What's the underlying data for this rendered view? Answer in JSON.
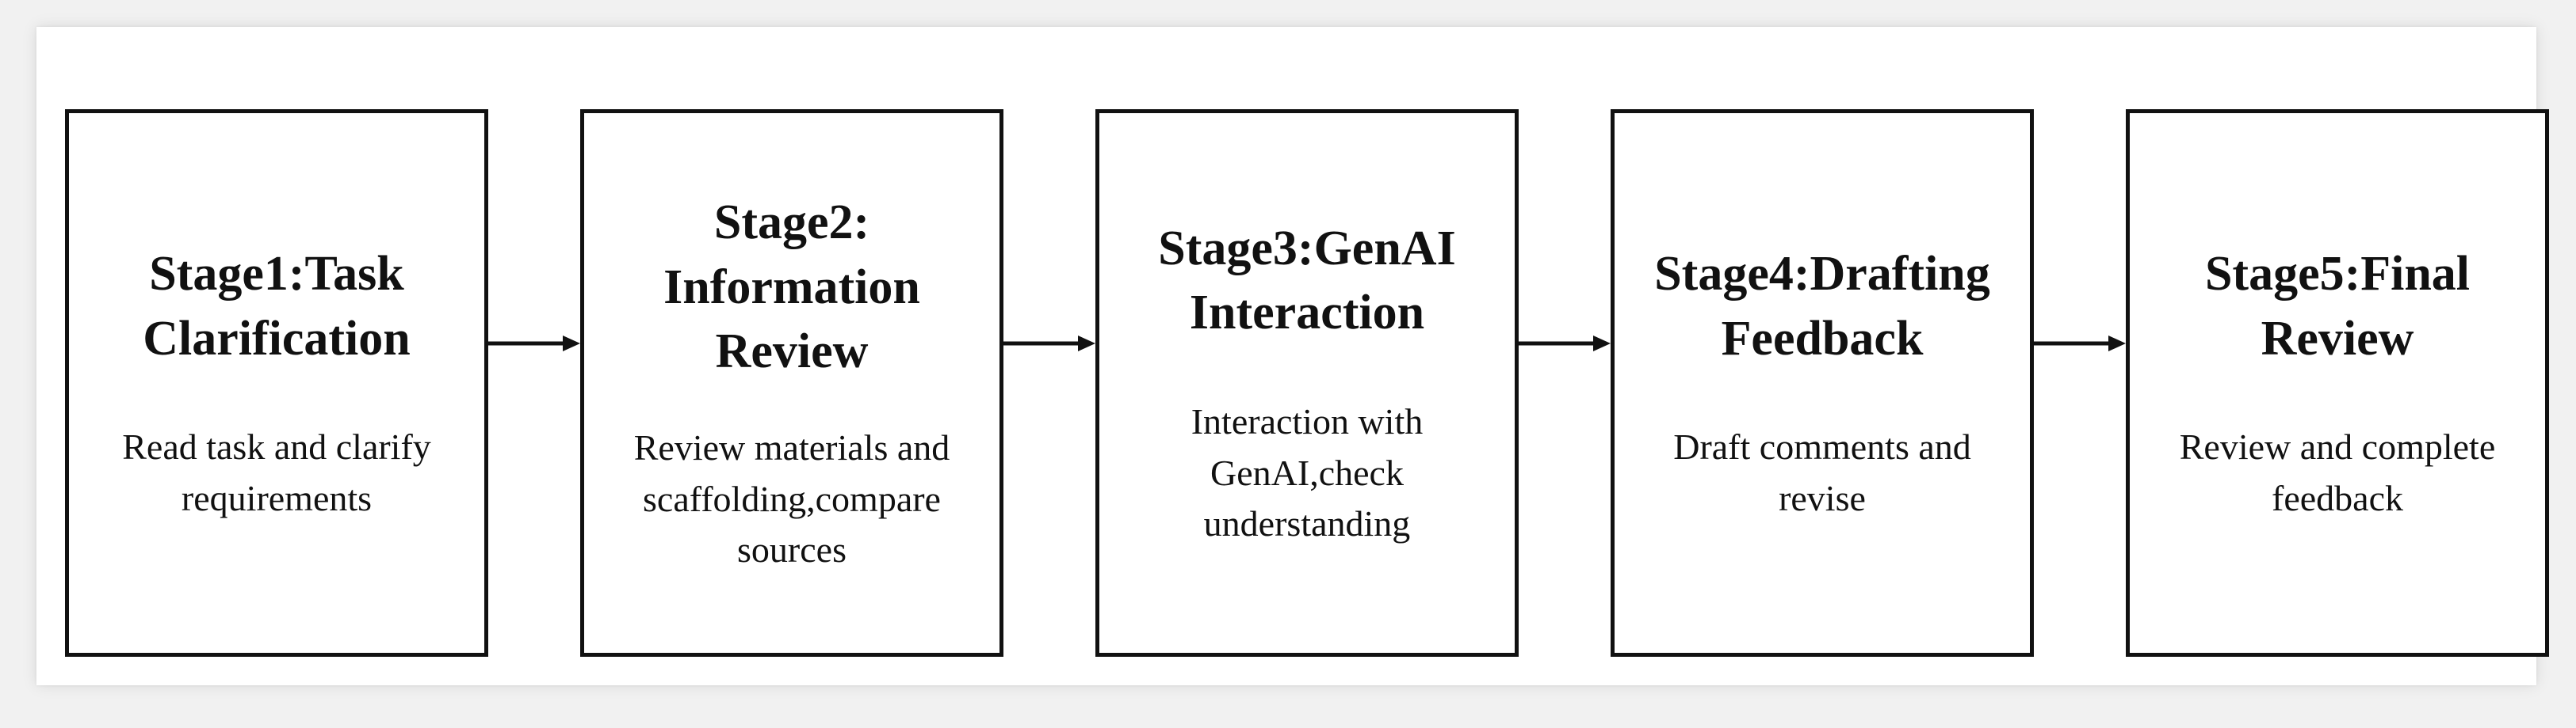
{
  "stages": [
    {
      "title_line1": "Stage1:Task",
      "title_line2": "Clarification",
      "title_line3": "",
      "desc": "Read task and clarify\nrequirements"
    },
    {
      "title_line1": "Stage2:",
      "title_line2": "Information",
      "title_line3": "Review",
      "desc": "Review materials and\nscaffolding,compare\nsources"
    },
    {
      "title_line1": "Stage3:GenAI",
      "title_line2": "Interaction",
      "title_line3": "",
      "desc": "Interaction with\nGenAI,check\nunderstanding"
    },
    {
      "title_line1": "Stage4:Drafting",
      "title_line2": "Feedback",
      "title_line3": "",
      "desc": "Draft comments and\nrevise"
    },
    {
      "title_line1": "Stage5:Final",
      "title_line2": "Review",
      "title_line3": "",
      "desc": "Review and complete\nfeedback"
    }
  ],
  "colors": {
    "border": "#111111",
    "background": "#f1f1f1",
    "card": "#ffffff"
  }
}
